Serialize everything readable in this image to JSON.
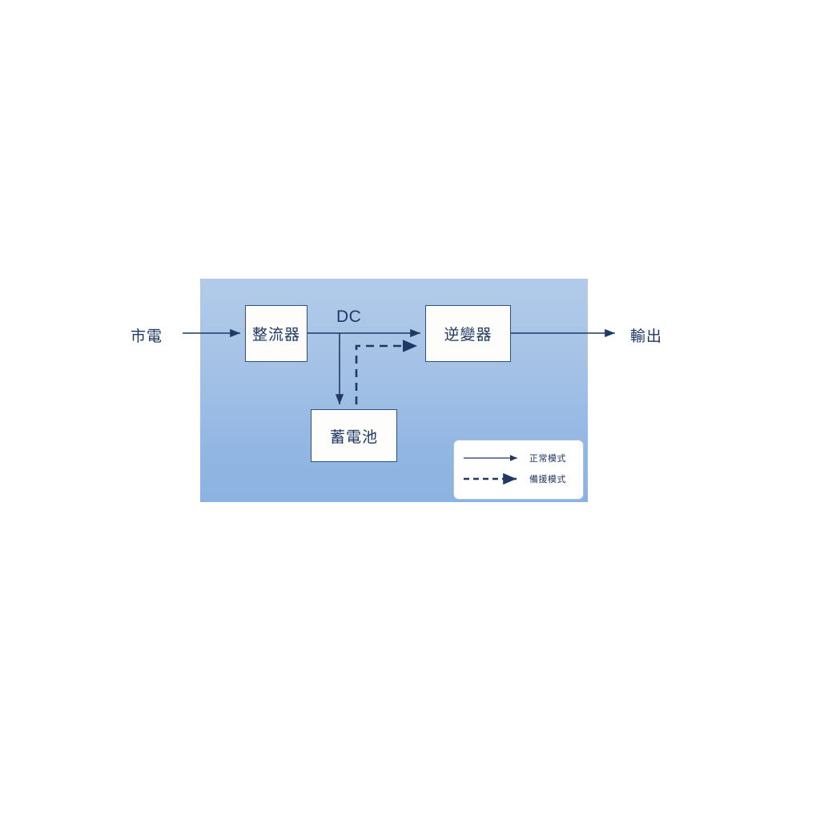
{
  "diagram": {
    "title_text": "",
    "colors": {
      "panel_gradient_top": "#b2cbe9",
      "panel_gradient_bottom": "#8cb2e1",
      "line": "#1f3864",
      "box_border": "#2e4f86",
      "box_fill": "#fdfdfb",
      "legend_border": "#a8c4e4",
      "text": "#1f3864"
    },
    "nodes": [
      {
        "id": "rectifier",
        "label": "整流器"
      },
      {
        "id": "inverter",
        "label": "逆變器"
      },
      {
        "id": "battery",
        "label": "蓄電池"
      }
    ],
    "edge_labels": {
      "mains": "市電",
      "output": "輸出",
      "dc": "DC"
    },
    "legend": {
      "rows": [
        {
          "style": "solid",
          "label": "正常模式"
        },
        {
          "style": "dashed",
          "label": "備援模式"
        }
      ]
    }
  }
}
